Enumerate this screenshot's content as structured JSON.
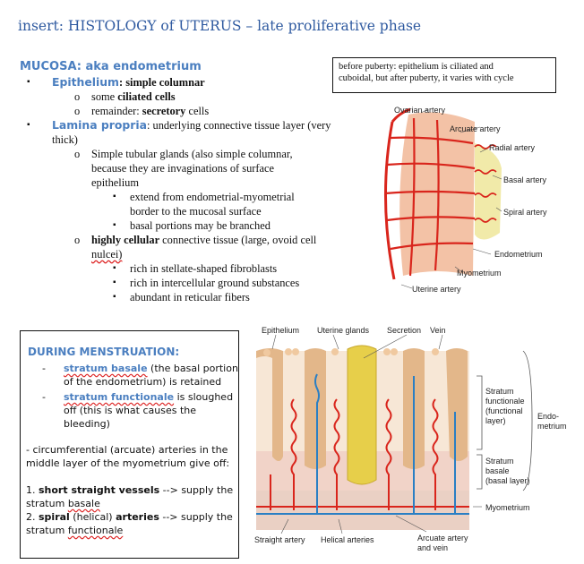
{
  "title": "insert: HISTOLOGY of UTERUS  – late proliferative phase",
  "mucosa": {
    "heading": "MUCOSA: aka endometrium",
    "epithelium_label": "Epithelium",
    "epithelium_rest": "simple columnar",
    "cilia_pre": "some ",
    "cilia_bold": "ciliated cells",
    "secretory_pre": "remainder: ",
    "secretory_bold": "secretory",
    "secretory_post": " cells",
    "lamina_label": "Lamina propria",
    "lamina_rest": ": underlying connective tissue layer (very",
    "lamina_rest2": "thick)",
    "glands_1": "Simple tubular glands (also simple columnar,",
    "glands_2": "because they are invaginations of surface",
    "glands_3": "epithelium",
    "extend_1": "extend from endometrial-myometrial",
    "extend_2": "border to the mucosal surface",
    "basal_branched": "basal portions may be branched",
    "cellular_bold": "highly cellular",
    "cellular_rest": " connective tissue (large, ovoid cell",
    "nuclei": "nulcei)",
    "rich_1": "rich in stellate-shaped fibroblasts",
    "rich_2": "rich in intercellular ground substances",
    "fibers": "abundant in reticular fibers"
  },
  "note_box": {
    "line1": "before puberty: epithelium is ciliated and",
    "line2": "cuboidal, but after puberty, it varies with cycle"
  },
  "artery_diagram": {
    "ovarian": "Ovarian artery",
    "arcuate": "Arcuate artery",
    "radial": "Radial artery",
    "basal": "Basal artery",
    "spiral": "Spiral artery",
    "endometrium": "Endometrium",
    "myometrium": "Myometrium",
    "uterine": "Uterine artery"
  },
  "menstruation": {
    "heading": "DURING MENSTRUATION:",
    "basale_term": "stratum basale",
    "basale_rest1": " (the basal portion",
    "basale_rest2": "of the endometrium) is retained",
    "functionale_term": "stratum functionale",
    "functionale_rest1": " is sloughed",
    "functionale_rest2": "off  (this is what causes the",
    "functionale_rest3": "bleeding)",
    "arcuate_1": "- circumferential (arcuate) arteries in the",
    "arcuate_2": "middle layer of the myometrium give off:",
    "item1_num": "1. ",
    "item1_bold": "short straight vessels",
    "item1_rest": " --> supply the",
    "item1_line2_pre": "stratum ",
    "item1_line2_squig": "basale",
    "item2_num": "2. ",
    "item2_bold": "spiral",
    "item2_mid": " (helical) ",
    "item2_bold2": "arteries",
    "item2_rest": "  --> supply the",
    "item2_line2_pre": "stratum ",
    "item2_line2_squig": "functionale"
  },
  "layer_diagram": {
    "epithelium": "Epithelium",
    "uterine_glands": "Uterine glands",
    "secretion": "Secretion",
    "vein": "Vein",
    "functionale_1": "Stratum",
    "functionale_2": "functionale",
    "functionale_3": "(functional",
    "functionale_4": "layer)",
    "endo_1": "Endo-",
    "endo_2": "metrium",
    "basale_1": "Stratum",
    "basale_2": "basale",
    "basale_3": "(basal layer)",
    "myometrium": "Myometrium",
    "straight": "Straight artery",
    "helical": "Helical arteries",
    "arcuate_1": "Arcuate artery",
    "arcuate_2": "and vein"
  },
  "colors": {
    "heading_blue": "#4b7fc0",
    "title_blue": "#2f5aa0",
    "artery_red": "#d9251c",
    "vein_blue": "#2a7fc4",
    "endometrium_pink": "#f3c2a6",
    "gland_yellow": "#e7cf4a"
  }
}
